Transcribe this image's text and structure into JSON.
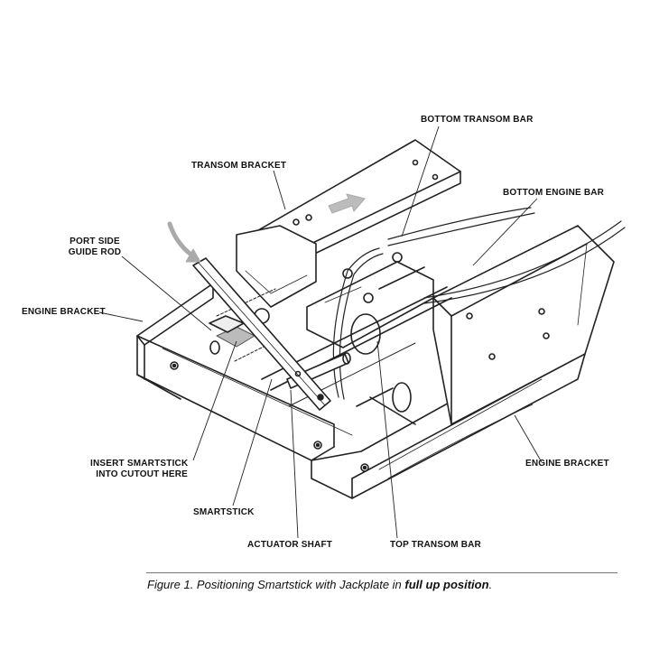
{
  "labels": {
    "bottom_transom_bar": "BOTTOM TRANSOM BAR",
    "transom_bracket": "TRANSOM BRACKET",
    "bottom_engine_bar": "BOTTOM ENGINE BAR",
    "port_side_guide_rod_1": "PORT SIDE",
    "port_side_guide_rod_2": "GUIDE ROD",
    "engine_bracket_left": "ENGINE BRACKET",
    "engine_bracket_right": "ENGINE BRACKET",
    "insert_smartstick_1": "INSERT SMARTSTICK",
    "insert_smartstick_2": "INTO CUTOUT HERE",
    "smartstick": "SMARTSTICK",
    "actuator_shaft": "ACTUATOR SHAFT",
    "top_transom_bar": "TOP TRANSOM BAR"
  },
  "caption": {
    "prefix": "Figure 1. Positioning Smartstick with Jackplate in ",
    "emphasis": "full up position",
    "suffix": "."
  }
}
